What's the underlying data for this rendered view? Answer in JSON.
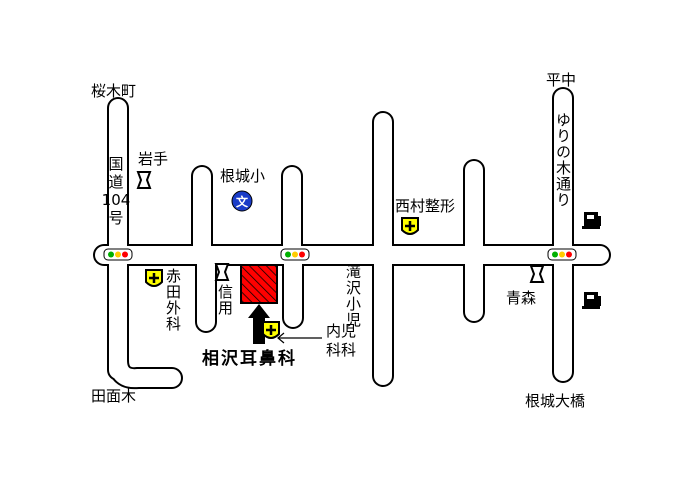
{
  "labels": {
    "sakuragicho": "桜木町",
    "iwate": "岩手",
    "kokudo104_line1": "国",
    "kokudo104_line2": "道",
    "kokudo104_line3": "104",
    "kokudo104_line4": "号",
    "nejo_elementary": "根城小",
    "school_symbol": "文",
    "nishimura_seikei": "西村整形",
    "hiranaka": "平中",
    "yurinoki_dori": "ゆりの木通り",
    "akata_geka": "赤田外科",
    "shinyo": "信用",
    "takizawa_shoni": "滝沢小児",
    "naika_line1": "内児",
    "naika_line2": "科科",
    "aomori": "青森",
    "aizawa_jibika": "相沢耳鼻科",
    "tamenki": "田面木",
    "nejo_ohashi": "根城大橋"
  },
  "colors": {
    "road_outline": "#000000",
    "road_fill": "#ffffff",
    "clinic_fill": "#ff0000",
    "clinic_hatch": "#000000",
    "school_symbol_bg": "#1a3cc8",
    "hospital_marker": "#ffff00",
    "signal_green": "#00b000",
    "signal_yellow": "#ffcc00",
    "signal_red": "#ff0000"
  },
  "icons": {
    "hospital": "hospital-cross-icon",
    "bank": "bank-icon",
    "gas_station": "gas-station-icon",
    "traffic_light": "traffic-light-icon",
    "school": "school-icon",
    "arrow": "arrow-up-icon"
  }
}
